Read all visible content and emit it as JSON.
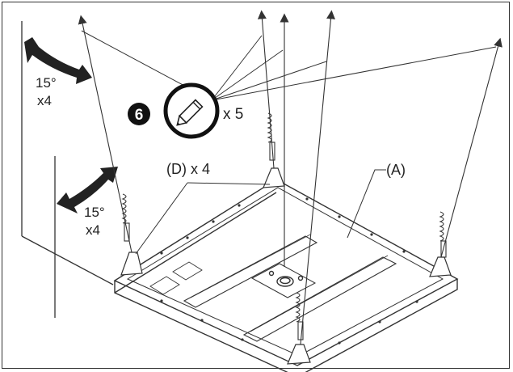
{
  "step": {
    "number": "6"
  },
  "tool": {
    "icon": "pencil-icon",
    "count": "x 5"
  },
  "angles": [
    {
      "degrees": "15°",
      "count": "x4"
    },
    {
      "degrees": "15°",
      "count": "x4"
    }
  ],
  "callouts": {
    "part_d": "(D) x 4",
    "part_a": "(A)"
  },
  "colors": {
    "line": "#333333",
    "background": "#ffffff",
    "badge": "#111111"
  }
}
